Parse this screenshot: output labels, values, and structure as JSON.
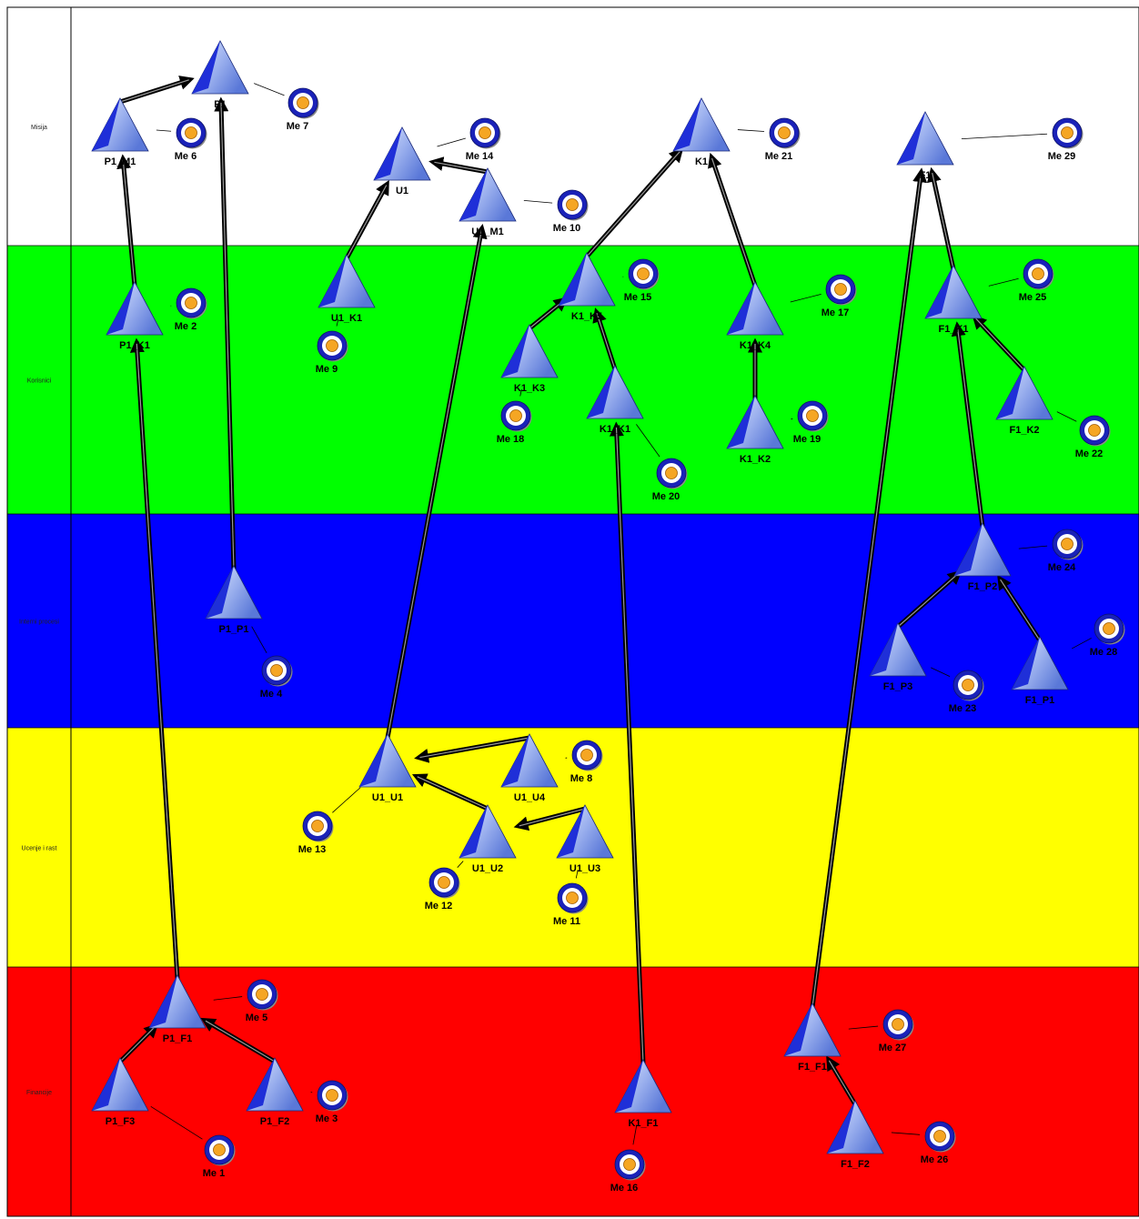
{
  "lanes": [
    {
      "id": "misija",
      "label": "Misija",
      "color": "#ffffff"
    },
    {
      "id": "korisnici",
      "label": "Korisnici",
      "color": "#00ff00"
    },
    {
      "id": "interni",
      "label": "Interni procesi",
      "color": "#0000ff"
    },
    {
      "id": "ucenje",
      "label": "Ucenje i rast",
      "color": "#ffff00"
    },
    {
      "id": "financije",
      "label": "Financije",
      "color": "#ff0000"
    }
  ],
  "objectives": {
    "P1": "P1",
    "P1_M1": "P1_M1",
    "P1_K1": "P1_K1",
    "P1_P1": "P1_P1",
    "P1_F1": "P1_F1",
    "P1_F2": "P1_F2",
    "P1_F3": "P1_F3",
    "U1": "U1",
    "U1_M1": "U1_M1",
    "U1_K1": "U1_K1",
    "U1_U1": "U1_U1",
    "U1_U2": "U1_U2",
    "U1_U3": "U1_U3",
    "U1_U4": "U1_U4",
    "K1": "K1",
    "K1_K1": "K1_K1",
    "K1_K2": "K1_K2",
    "K1_K3": "K1_K3",
    "K1_K4": "K1_K4",
    "K1_K5": "K1_K5",
    "K1_F1": "K1_F1",
    "F1": "F1",
    "F1_K1": "F1_K1",
    "F1_K2": "F1_K2",
    "F1_P1": "F1_P1",
    "F1_P2": "F1_P2",
    "F1_P3": "F1_P3",
    "F1_F1": "F1_F1",
    "F1_F2": "F1_F2"
  },
  "measures": {
    "Me1": "Me 1",
    "Me2": "Me 2",
    "Me3": "Me 3",
    "Me4": "Me 4",
    "Me5": "Me 5",
    "Me6": "Me 6",
    "Me7": "Me 7",
    "Me8": "Me 8",
    "Me9": "Me 9",
    "Me10": "Me 10",
    "Me11": "Me 11",
    "Me12": "Me 12",
    "Me13": "Me 13",
    "Me14": "Me 14",
    "Me15": "Me 15",
    "Me16": "Me 16",
    "Me17": "Me 17",
    "Me18": "Me 18",
    "Me19": "Me 19",
    "Me20": "Me 20",
    "Me21": "Me 21",
    "Me22": "Me 22",
    "Me23": "Me 23",
    "Me24": "Me 24",
    "Me25": "Me 25",
    "Me26": "Me 26",
    "Me27": "Me 27",
    "Me28": "Me 28",
    "Me29": "Me 29"
  },
  "links": [
    [
      "P1_M1",
      "P1"
    ],
    [
      "P1_K1",
      "P1_M1"
    ],
    [
      "P1_P1",
      "P1"
    ],
    [
      "P1_F1",
      "P1_K1"
    ],
    [
      "P1_F3",
      "P1_F1"
    ],
    [
      "P1_F2",
      "P1_F1"
    ],
    [
      "U1_M1",
      "U1"
    ],
    [
      "U1_K1",
      "U1"
    ],
    [
      "U1_U1",
      "U1_M1"
    ],
    [
      "U1_U4",
      "U1_U1"
    ],
    [
      "U1_U2",
      "U1_U1"
    ],
    [
      "U1_U3",
      "U1_U2"
    ],
    [
      "K1_K5",
      "K1"
    ],
    [
      "K1_K4",
      "K1"
    ],
    [
      "K1_K3",
      "K1_K5"
    ],
    [
      "K1_K1",
      "K1_K5"
    ],
    [
      "K1_K2",
      "K1_K4"
    ],
    [
      "K1_F1",
      "K1_K1"
    ],
    [
      "F1_K1",
      "F1"
    ],
    [
      "F1_F1",
      "F1"
    ],
    [
      "F1_K2",
      "F1_K1"
    ],
    [
      "F1_P2",
      "F1_K1"
    ],
    [
      "F1_P3",
      "F1_P2"
    ],
    [
      "F1_P1",
      "F1_P2"
    ],
    [
      "F1_F2",
      "F1_F1"
    ]
  ],
  "associations": [
    [
      "P1",
      "Me7"
    ],
    [
      "P1_M1",
      "Me6"
    ],
    [
      "P1_K1",
      "Me2"
    ],
    [
      "P1_P1",
      "Me4"
    ],
    [
      "P1_F1",
      "Me5"
    ],
    [
      "P1_F2",
      "Me3"
    ],
    [
      "P1_F3",
      "Me1"
    ],
    [
      "U1",
      "Me14"
    ],
    [
      "U1_M1",
      "Me10"
    ],
    [
      "U1_K1",
      "Me9"
    ],
    [
      "U1_U1",
      "Me13"
    ],
    [
      "U1_U4",
      "Me8"
    ],
    [
      "U1_U2",
      "Me12"
    ],
    [
      "U1_U3",
      "Me11"
    ],
    [
      "K1",
      "Me21"
    ],
    [
      "K1_K5",
      "Me15"
    ],
    [
      "K1_K4",
      "Me17"
    ],
    [
      "K1_K3",
      "Me18"
    ],
    [
      "K1_K1",
      "Me20"
    ],
    [
      "K1_K2",
      "Me19"
    ],
    [
      "K1_F1",
      "Me16"
    ],
    [
      "F1",
      "Me29"
    ],
    [
      "F1_K1",
      "Me25"
    ],
    [
      "F1_K2",
      "Me22"
    ],
    [
      "F1_P2",
      "Me24"
    ],
    [
      "F1_P3",
      "Me23"
    ],
    [
      "F1_P1",
      "Me28"
    ],
    [
      "F1_F1",
      "Me27"
    ],
    [
      "F1_F2",
      "Me26"
    ]
  ]
}
